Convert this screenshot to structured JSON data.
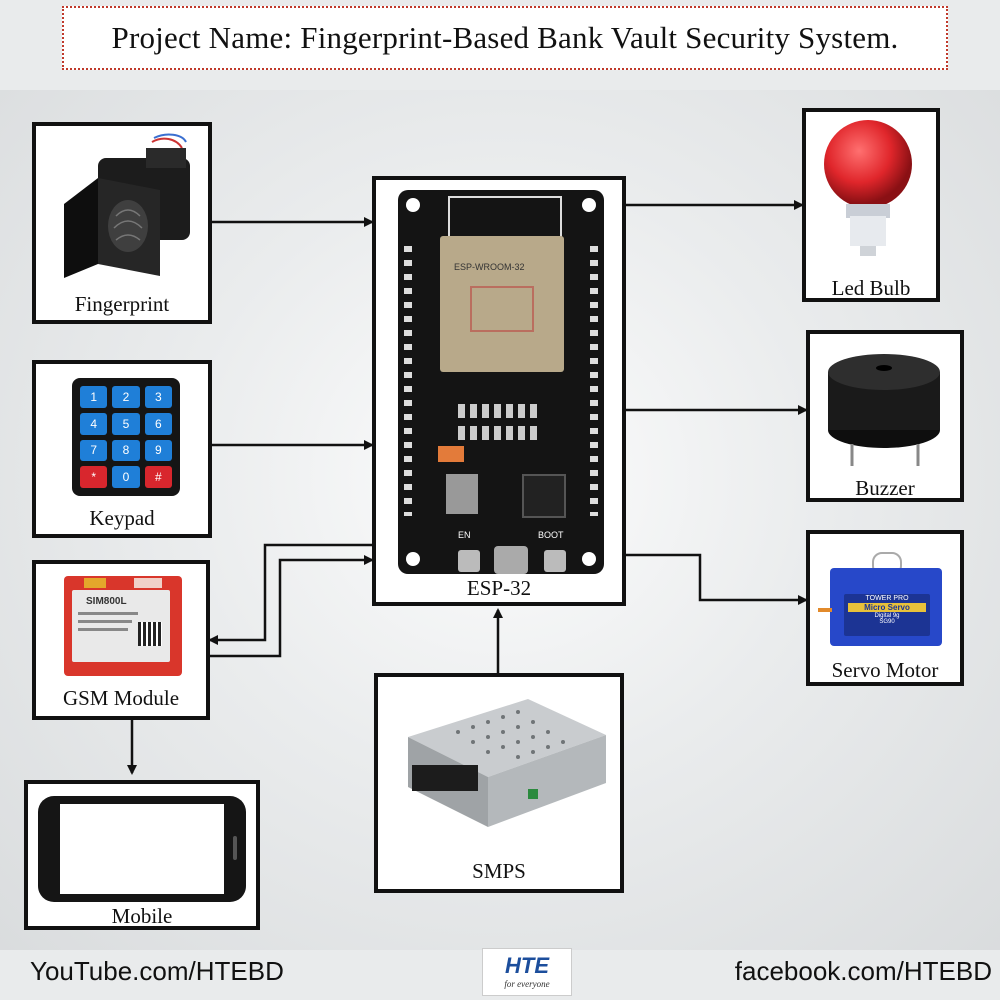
{
  "title": "Project Name: Fingerprint-Based Bank Vault Security System.",
  "components": {
    "fingerprint": "Fingerprint",
    "keypad": "Keypad",
    "gsm": "GSM Module",
    "mobile": "Mobile",
    "esp32": "ESP-32",
    "smps": "SMPS",
    "led": "Led Bulb",
    "buzzer": "Buzzer",
    "servo": "Servo Motor"
  },
  "board_text": {
    "module": "ESP-WROOM-32",
    "gsm_chip": "SIM800L",
    "servo_brand": "TOWER PRO",
    "servo_model": "Micro Servo",
    "servo_sub": "Digital 9g",
    "servo_code": "SG90",
    "btn_en": "EN",
    "btn_boot": "BOOT"
  },
  "keypad_keys": [
    "1",
    "2",
    "3",
    "4",
    "5",
    "6",
    "7",
    "8",
    "9",
    "*",
    "0",
    "#"
  ],
  "footer": {
    "youtube": "YouTube.com/HTEBD",
    "facebook": "facebook.com/HTEBD",
    "logo": "HTE",
    "logo_sub": "for everyone"
  },
  "colors": {
    "wire": "#111111",
    "title_border": "#c0392b",
    "led_red": "#e0262b",
    "servo_blue": "#2748c9",
    "gsm_red": "#d9362b",
    "board_black": "#141414"
  }
}
